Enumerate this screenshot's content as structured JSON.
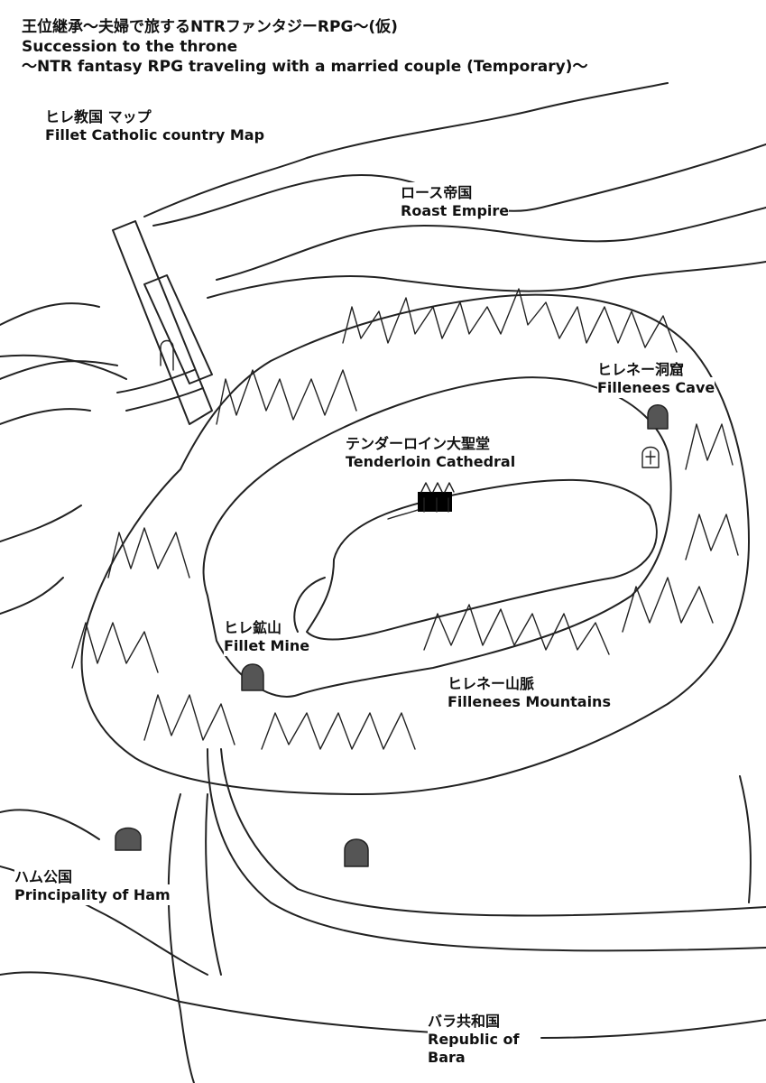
{
  "header": {
    "title_jp": "王位継承〜夫婦で旅するNTRファンタジーRPG〜(仮)",
    "title_en_1": "Succession to the throne",
    "title_en_2": "〜NTR fantasy RPG traveling with a married couple (Temporary)〜"
  },
  "map_title": {
    "jp": "ヒレ教国 マップ",
    "en": "Fillet Catholic country Map"
  },
  "places": {
    "roast": {
      "jp": "ロース帝国",
      "en": "Roast Empire"
    },
    "cave": {
      "jp": "ヒレネー洞窟",
      "en": "Fillenees Cave"
    },
    "cathedral": {
      "jp": "テンダーロイン大聖堂",
      "en": "Tenderloin Cathedral"
    },
    "mine": {
      "jp": "ヒレ鉱山",
      "en": "Fillet Mine"
    },
    "mountains": {
      "jp": "ヒレネー山脈",
      "en": "Fillenees Mountains"
    },
    "ham": {
      "jp": "ハム公国",
      "en": "Principality of Ham"
    },
    "bara": {
      "jp": "バラ共和国",
      "en": "Republic of",
      "en2": "Bara"
    }
  }
}
